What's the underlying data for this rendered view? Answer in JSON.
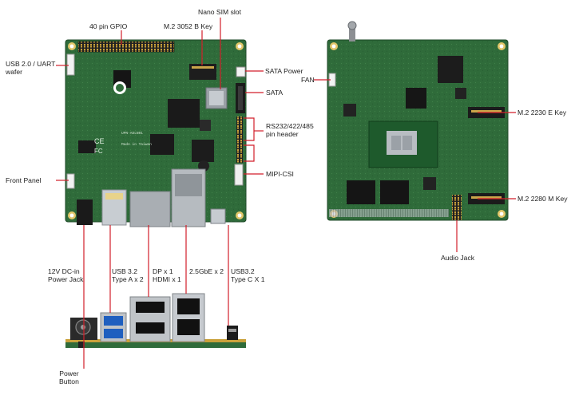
{
  "labels": {
    "gpio": "40 pin GPIO",
    "m2_3052": "M.2 3052 B Key",
    "nano_sim": "Nano SIM slot",
    "usb_uart": "USB 2.0 / UART\nwafer",
    "sata_power": "SATA Power",
    "sata": "SATA",
    "rs232": "RS232/422/485\npin header",
    "mipi": "MIPI-CSI",
    "front_panel": "Front Panel",
    "dc_in": "12V DC-in\nPower Jack",
    "usb32a": "USB 3.2\nType A x 2",
    "dp_hdmi": "DP x 1\nHDMI x 1",
    "lan": "2.5GbE x 2",
    "usbc": "USB3.2\nType C X 1",
    "power_button": "Power\nButton",
    "fan": "FAN",
    "m2_2230": "M.2 2230 E Key",
    "m2_2280": "M.2 2280 M Key",
    "audio_jack": "Audio Jack"
  },
  "colors": {
    "pcb": "#2f6b3a",
    "pcb_dark": "#1f4a28",
    "leader": "#d21f2a",
    "text": "#222222"
  },
  "board_silkscreen": {
    "model": "UPN-ADLN01",
    "note": "Made in Taiwan",
    "ce": "CE",
    "fc": "FC"
  }
}
